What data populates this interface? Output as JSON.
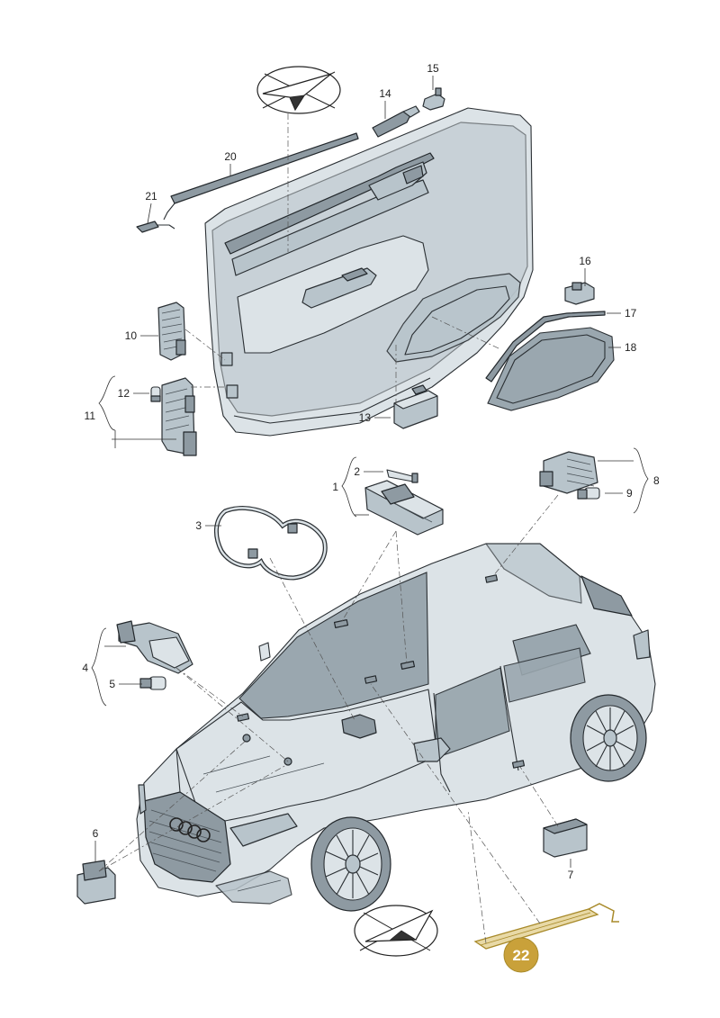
{
  "diagram": {
    "callouts": {
      "c1": "1",
      "c2": "2",
      "c3": "3",
      "c4": "4",
      "c5": "5",
      "c6": "6",
      "c7": "7",
      "c8": "8",
      "c9": "9",
      "c10": "10",
      "c11": "11",
      "c12": "12",
      "c13": "13",
      "c14": "14",
      "c15": "15",
      "c16": "16",
      "c17": "17",
      "c18": "18",
      "c20": "20",
      "c21": "21",
      "c22": "22"
    },
    "colors": {
      "highlight_badge": "#c9a13a",
      "part_fill": "#b8c4cb",
      "line": "#2b3034"
    },
    "icons": [
      "direction-arrow-icon",
      "direction-arrow-icon"
    ]
  }
}
